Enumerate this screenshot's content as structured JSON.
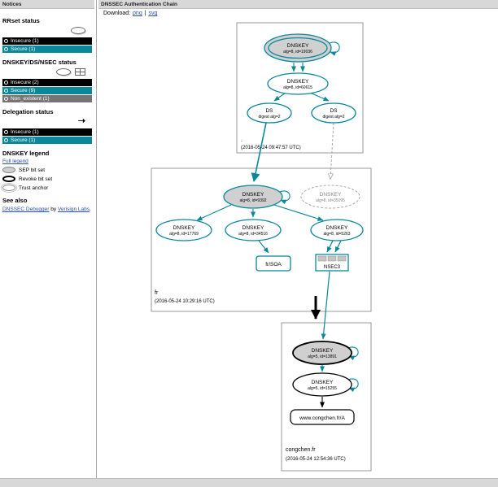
{
  "header": {
    "notices": "Notices",
    "title": "DNSSEC Authentication Chain"
  },
  "download": {
    "label": "Download:",
    "png": "png",
    "sep": "|",
    "svg": "svg"
  },
  "sidebar": {
    "rrset_status": {
      "title": "RRset status",
      "items": [
        {
          "label": "Insecure (1)",
          "status": "insecure"
        },
        {
          "label": "Secure (1)",
          "status": "secure"
        }
      ]
    },
    "dnskey_status": {
      "title": "DNSKEY/DS/NSEC status",
      "items": [
        {
          "label": "Insecure (2)",
          "status": "insecure"
        },
        {
          "label": "Secure (9)",
          "status": "secure"
        },
        {
          "label": "Non_existent (1)",
          "status": "nonexistent"
        }
      ]
    },
    "delegation_status": {
      "title": "Delegation status",
      "items": [
        {
          "label": "Insecure (1)",
          "status": "insecure"
        },
        {
          "label": "Secure (1)",
          "status": "secure"
        }
      ]
    },
    "dnskey_legend": {
      "title": "DNSKEY legend",
      "full_legend": "Full legend",
      "items": [
        {
          "label": "SEP bit set"
        },
        {
          "label": "Revoke bit set"
        },
        {
          "label": "Trust anchor"
        }
      ]
    },
    "see_also": {
      "title": "See also",
      "link1": "DNSSEC Debugger",
      "mid": " by ",
      "link2": "Verisign Labs",
      "end": "."
    }
  },
  "colors": {
    "secure": "#0a879a",
    "insecure": "#000000",
    "nonexistent": "#757575",
    "sep_fill": "#d0d0d0"
  },
  "graph": {
    "zones": {
      "root": {
        "label": ".",
        "timestamp": "(2016-05-24 09:47:57 UTC)"
      },
      "fr": {
        "label": "fr",
        "timestamp": "(2016-05-24 10:29:16 UTC)"
      },
      "congchen": {
        "label": "congchen.fr",
        "timestamp": "(2016-05-24 12:54:36 UTC)"
      }
    },
    "nodes": {
      "root_ksk": {
        "type": "DNSKEY",
        "detail": "alg=8, id=19036"
      },
      "root_zsk": {
        "type": "DNSKEY",
        "detail": "alg=8, id=60615"
      },
      "root_ds1": {
        "type": "DS",
        "detail": "digest alg=2"
      },
      "root_ds2": {
        "type": "DS",
        "detail": "digest alg=2"
      },
      "fr_ksk": {
        "type": "DNSKEY",
        "detail": "alg=8, id=9392"
      },
      "fr_key_35095": {
        "type": "DNSKEY",
        "detail": "alg=8, id=35095"
      },
      "fr_key_17769": {
        "type": "DNSKEY",
        "detail": "alg=8, id=17769"
      },
      "fr_key_34516": {
        "type": "DNSKEY",
        "detail": "alg=8, id=34516"
      },
      "fr_key_5263": {
        "type": "DNSKEY",
        "detail": "alg=8, id=5263"
      },
      "fr_soa": {
        "label": "fr/SOA"
      },
      "fr_nsec3": {
        "label": "NSEC3"
      },
      "cc_ksk": {
        "type": "DNSKEY",
        "detail": "alg=5, id=13891"
      },
      "cc_zsk": {
        "type": "DNSKEY",
        "detail": "alg=5, id=15255"
      },
      "cc_a": {
        "label": "www.congchen.fr/A"
      }
    }
  }
}
